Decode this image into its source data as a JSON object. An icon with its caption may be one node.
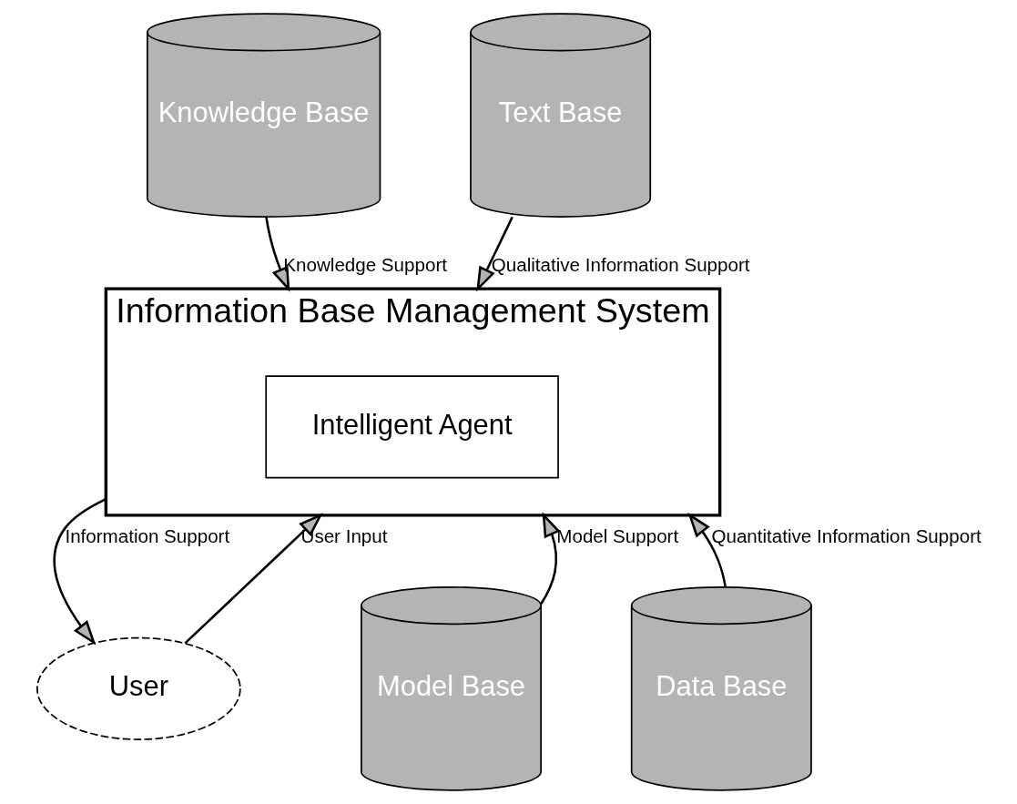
{
  "diagram": {
    "nodes": [
      {
        "text": [
          "Knowledge Base"
        ]
      },
      {
        "text": [
          "Text Base"
        ]
      },
      {
        "text": [
          "Information Base Management System"
        ]
      },
      {
        "text": [
          "Intelligent Agent"
        ],
        "in": 2
      },
      {
        "text": [
          "User"
        ]
      },
      {
        "text": [
          "Model Base"
        ]
      },
      {
        "text": [
          "Data Base"
        ]
      }
    ],
    "edges": [
      {
        "from": 0,
        "to": 2,
        "arrow": "to",
        "label": "Knowledge Support"
      },
      {
        "from": 1,
        "to": 2,
        "arrow": "to",
        "label": "Qualitative Information Support"
      },
      {
        "from": 2,
        "to": 4,
        "arrow": "to",
        "label": "Information Support"
      },
      {
        "from": 4,
        "to": 2,
        "arrow": "to",
        "label": "User Input"
      },
      {
        "from": 5,
        "to": 2,
        "arrow": "to",
        "label": "Model Support"
      },
      {
        "from": 6,
        "to": 2,
        "arrow": "to",
        "label": "Quantitative Information Support"
      }
    ]
  }
}
